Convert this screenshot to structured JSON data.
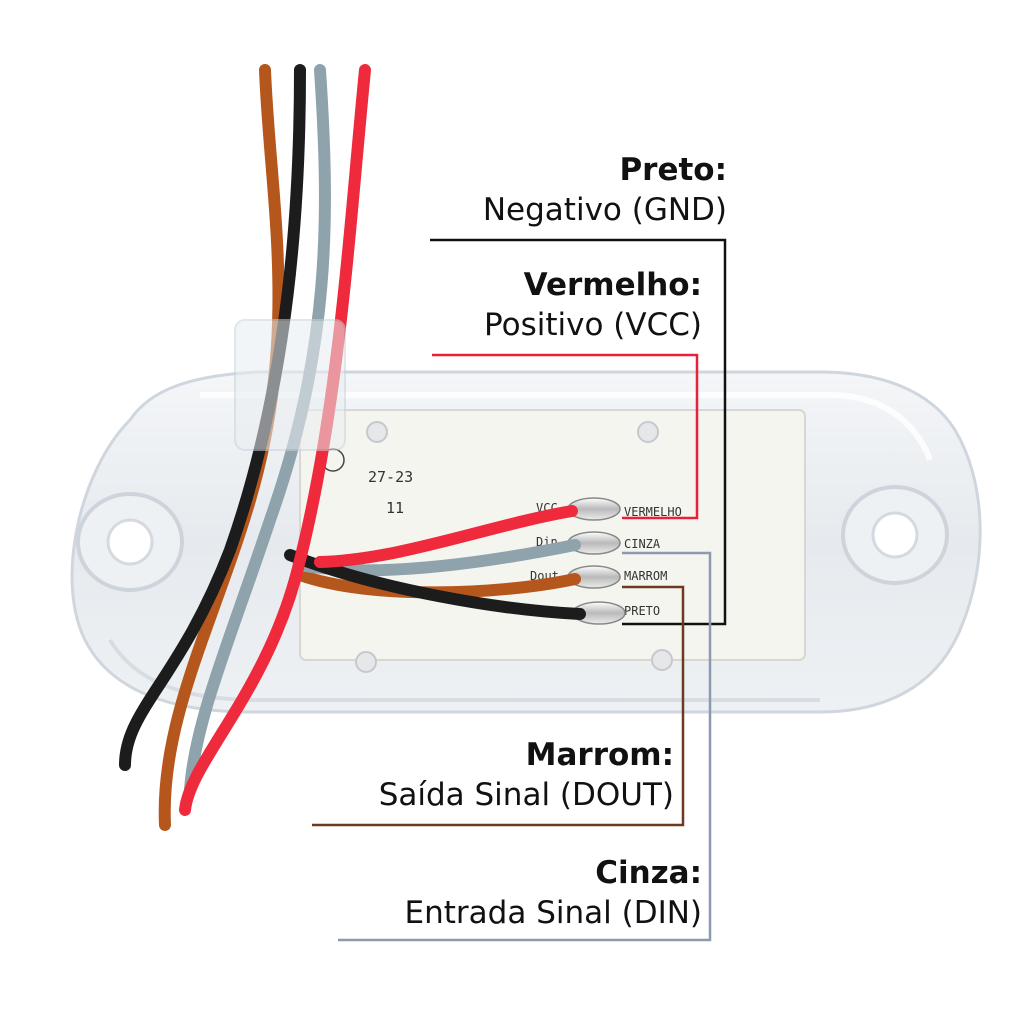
{
  "callouts": {
    "preto": {
      "title": "Preto:",
      "desc": "Negativo (GND)",
      "color": "#111111"
    },
    "vermelho": {
      "title": "Vermelho:",
      "desc": "Positivo (VCC)",
      "color": "#e8203a"
    },
    "marrom": {
      "title": "Marrom:",
      "desc": "Saída Sinal (DOUT)",
      "color": "#6b3a1f"
    },
    "cinza": {
      "title": "Cinza:",
      "desc": "Entrada Sinal (DIN)",
      "color": "#8a9bb0"
    }
  },
  "pcb": {
    "code": "27-23",
    "number": "11",
    "pad_labels": [
      "VERMELHO",
      "CINZA",
      "MARROM",
      "PRETO"
    ],
    "side_labels": [
      "VCC",
      "Din",
      "Dout"
    ]
  },
  "wires": {
    "red": "#ee2a3c",
    "gray": "#8fa3ad",
    "brown": "#b5561c",
    "black": "#1c1c1c"
  }
}
